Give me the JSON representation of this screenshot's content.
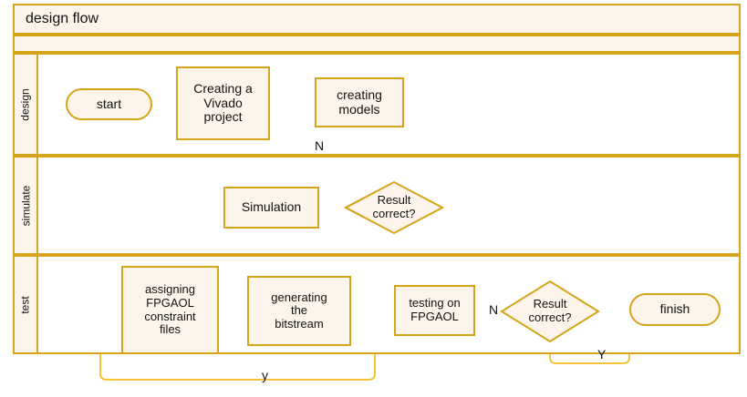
{
  "pool": {
    "title": "design flow"
  },
  "lanes": [
    {
      "id": "design",
      "label": "design"
    },
    {
      "id": "simulate",
      "label": "simulate"
    },
    {
      "id": "test",
      "label": "test"
    }
  ],
  "colors": {
    "border": "#d6a419",
    "fill": "#fdf5ec",
    "flow_yellow": "#f5bc1b",
    "flow_gray": "#8c8c8c",
    "text": "#111111",
    "canvas": "#ffffff"
  },
  "nodes": [
    {
      "id": "start",
      "lane": "design",
      "shape": "terminator",
      "text": "start"
    },
    {
      "id": "vivado",
      "lane": "design",
      "shape": "process",
      "text": "Creating a Vivado project"
    },
    {
      "id": "models",
      "lane": "design",
      "shape": "process",
      "text": "creating models"
    },
    {
      "id": "simulation",
      "lane": "simulate",
      "shape": "process",
      "text": "Simulation"
    },
    {
      "id": "dec1",
      "lane": "simulate",
      "shape": "decision",
      "text": "Result correct?"
    },
    {
      "id": "constraint",
      "lane": "test",
      "shape": "process",
      "text": "assigning FPGAOL constraint files"
    },
    {
      "id": "bitstream",
      "lane": "test",
      "shape": "process",
      "text": "generating the bitstream"
    },
    {
      "id": "testing",
      "lane": "test",
      "shape": "process",
      "text": "testing on FPGAOL"
    },
    {
      "id": "dec2",
      "lane": "test",
      "shape": "decision",
      "text": "Result correct?"
    },
    {
      "id": "finish",
      "lane": "test",
      "shape": "terminator",
      "text": "finish"
    }
  ],
  "node_text": {
    "start": "start",
    "vivado_l1": "Creating a",
    "vivado_l2": "Vivado",
    "vivado_l3": "project",
    "models_l1": "creating",
    "models_l2": "models",
    "simulation": "Simulation",
    "dec1_l1": "Result",
    "dec1_l2": "correct?",
    "constraint_l1": "assigning",
    "constraint_l2": "FPGAOL",
    "constraint_l3": "constraint",
    "constraint_l4": "files",
    "bitstream_l1": "generating",
    "bitstream_l2": "the",
    "bitstream_l3": "bitstream",
    "testing_l1": "testing on",
    "testing_l2": "FPGAOL",
    "dec2_l1": "Result",
    "dec2_l2": "correct?",
    "finish": "finish"
  },
  "edge_labels": {
    "n_design": "N",
    "n_test": "N",
    "y_test_bottom": "y",
    "y_finish": "Y"
  },
  "edges": [
    {
      "from": "start",
      "to": "vivado",
      "label": "",
      "color": "gray"
    },
    {
      "from": "vivado",
      "to": "models",
      "label": "",
      "color": "gray"
    },
    {
      "from": "models",
      "to": "dec1",
      "label": "",
      "color": "gray"
    },
    {
      "from": "dec1",
      "to": "simulation",
      "label": "",
      "color": "gray"
    },
    {
      "from": "dec1",
      "to": "models",
      "label": "N",
      "color": "yellow"
    },
    {
      "from": "simulation",
      "to": "dec1",
      "label": "",
      "color": "yellow"
    },
    {
      "from": "dec1",
      "to": "testing",
      "label": "",
      "color": "yellow"
    },
    {
      "from": "models",
      "to": "dec2",
      "label": "",
      "color": "gray"
    },
    {
      "from": "constraint",
      "to": "bitstream",
      "label": "",
      "color": "gray"
    },
    {
      "from": "bitstream",
      "to": "testing",
      "label": "",
      "color": "gray"
    },
    {
      "from": "testing",
      "to": "dec2",
      "label": "N",
      "color": "yellow"
    },
    {
      "from": "dec2",
      "to": "finish",
      "label": "Y",
      "color": "yellow"
    },
    {
      "from": "dec2",
      "to": "constraint",
      "label": "y",
      "color": "yellow"
    }
  ]
}
